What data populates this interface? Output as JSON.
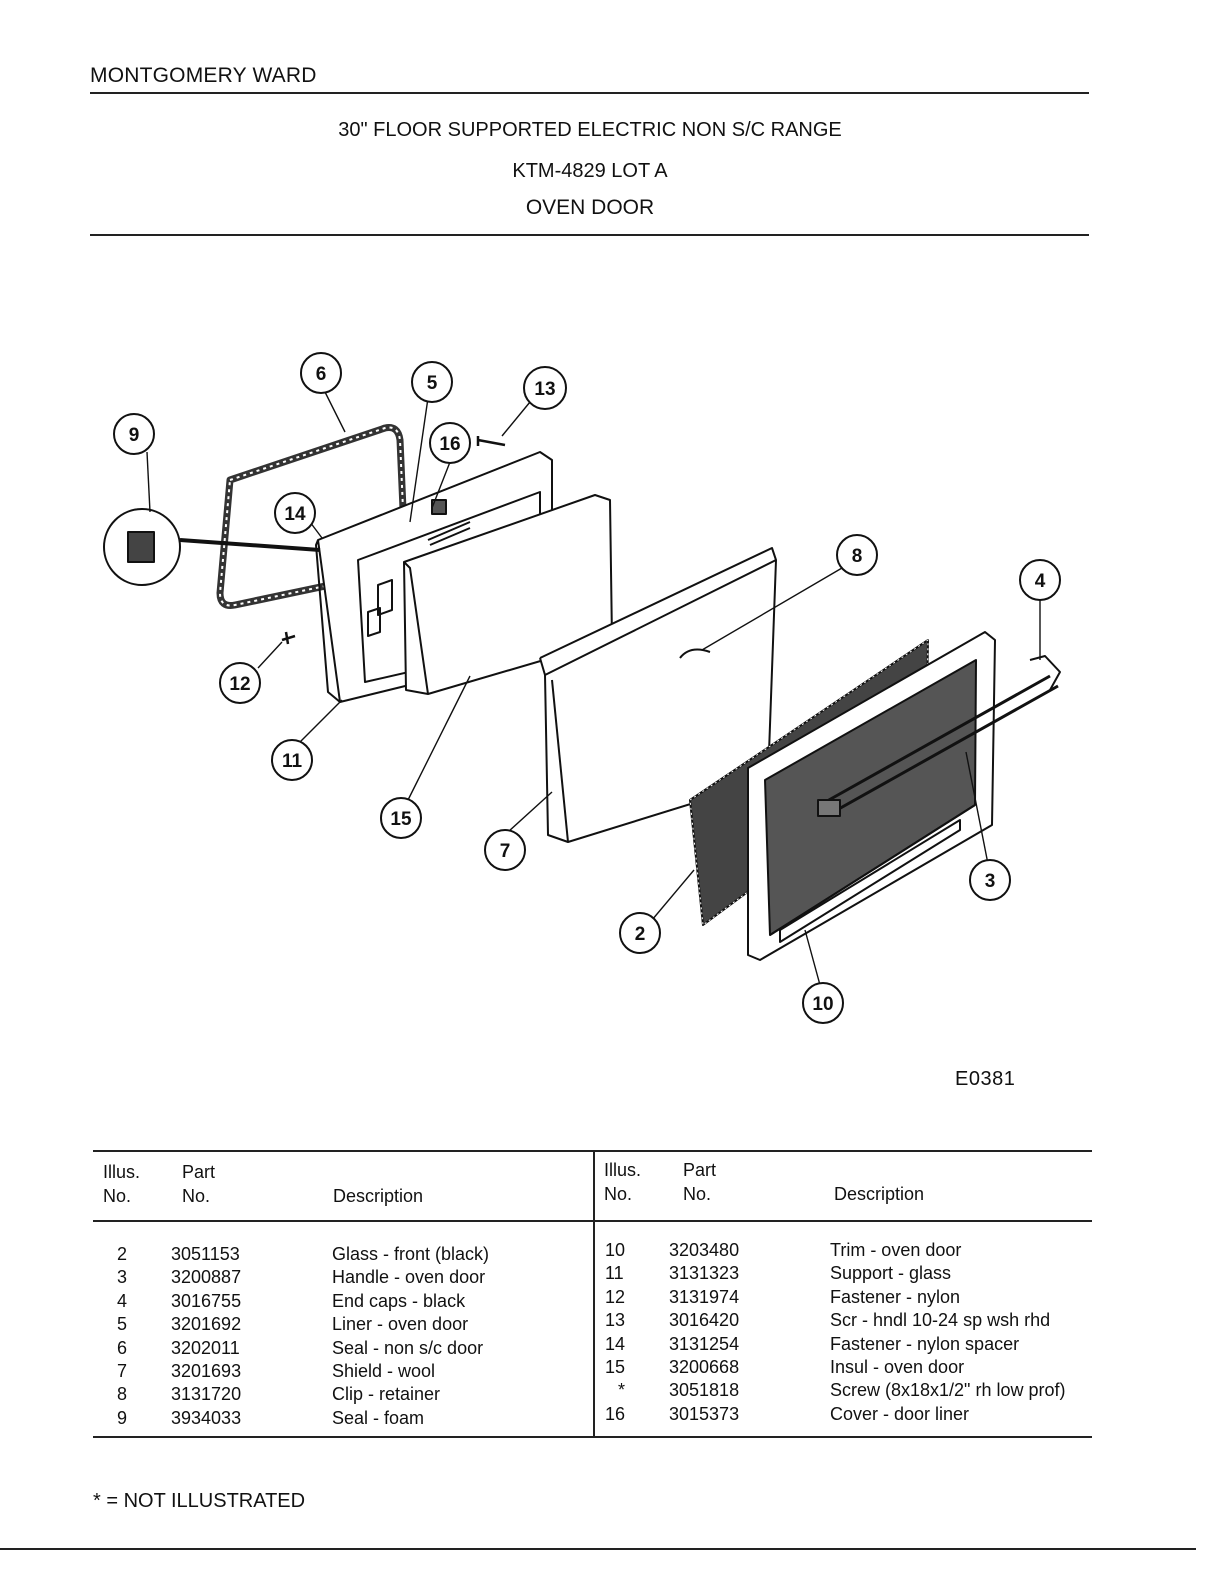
{
  "brand": "MONTGOMERY WARD",
  "title": "30\" FLOOR SUPPORTED ELECTRIC NON S/C RANGE",
  "model": "KTM-4829 LOT A",
  "section": "OVEN DOOR",
  "diagram_code": "E0381",
  "callouts": [
    "2",
    "3",
    "4",
    "5",
    "6",
    "7",
    "8",
    "9",
    "10",
    "11",
    "12",
    "13",
    "14",
    "15",
    "16"
  ],
  "table": {
    "headers": {
      "illus_1": "Illus.",
      "illus_2": "No.",
      "part_1": "Part",
      "part_2": "No.",
      "desc": "Description"
    },
    "left": [
      {
        "illus": "2",
        "part": "3051153",
        "desc": "Glass - front (black)"
      },
      {
        "illus": "3",
        "part": "3200887",
        "desc": "Handle - oven door"
      },
      {
        "illus": "4",
        "part": "3016755",
        "desc": "End caps - black"
      },
      {
        "illus": "5",
        "part": "3201692",
        "desc": "Liner - oven door"
      },
      {
        "illus": "6",
        "part": "3202011",
        "desc": "Seal - non s/c door"
      },
      {
        "illus": "7",
        "part": "3201693",
        "desc": "Shield - wool"
      },
      {
        "illus": "8",
        "part": "3131720",
        "desc": "Clip - retainer"
      },
      {
        "illus": "9",
        "part": "3934033",
        "desc": "Seal - foam"
      }
    ],
    "right": [
      {
        "illus": "10",
        "part": "3203480",
        "desc": "Trim - oven door"
      },
      {
        "illus": "11",
        "part": "3131323",
        "desc": "Support - glass"
      },
      {
        "illus": "12",
        "part": "3131974",
        "desc": "Fastener - nylon"
      },
      {
        "illus": "13",
        "part": "3016420",
        "desc": "Scr - hndl 10-24 sp wsh rhd"
      },
      {
        "illus": "14",
        "part": "3131254",
        "desc": "Fastener - nylon spacer"
      },
      {
        "illus": "15",
        "part": "3200668",
        "desc": "Insul - oven door"
      },
      {
        "illus": "*",
        "part": "3051818",
        "desc": "Screw (8x18x1/2\" rh low prof)"
      },
      {
        "illus": "16",
        "part": "3015373",
        "desc": "Cover - door liner"
      }
    ]
  },
  "footnote": "* = NOT ILLUSTRATED"
}
